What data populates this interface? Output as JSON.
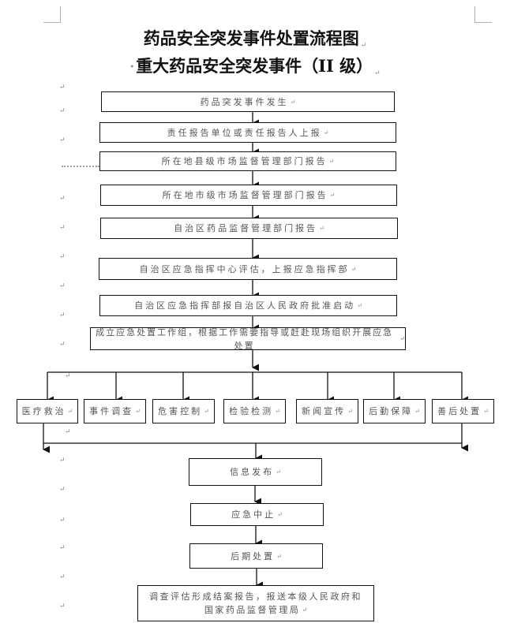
{
  "title": "药品安全突发事件处置流程图",
  "subtitle": "重大药品安全突发事件（II 级）",
  "paragraph_mark": "↵",
  "steps": [
    "药品突发事件发生",
    "责任报告单位或责任报告人上报",
    "所在地县级市场监督管理部门报告",
    "所在地市级市场监督管理部门报告",
    "自治区药品监督管理部门报告",
    "自治区应急指挥中心评估，上报应急指挥部",
    "自治区应急指挥部报自治区人民政府批准启动",
    "成立应急处置工作组，根据工作需要指导或赶赴现场组织开展应急处置"
  ],
  "branches": [
    "医疗救治",
    "事件调查",
    "危害控制",
    "检验检测",
    "新闻宣传",
    "后勤保障",
    "善后处置"
  ],
  "final_steps": [
    "信息发布",
    "应急中止",
    "后期处置",
    "调查评估形成结案报告，报送本级人民政府和国家药品监督管理局"
  ],
  "colors": {
    "line": "#111111",
    "text": "#555555",
    "mark": "#888888"
  }
}
